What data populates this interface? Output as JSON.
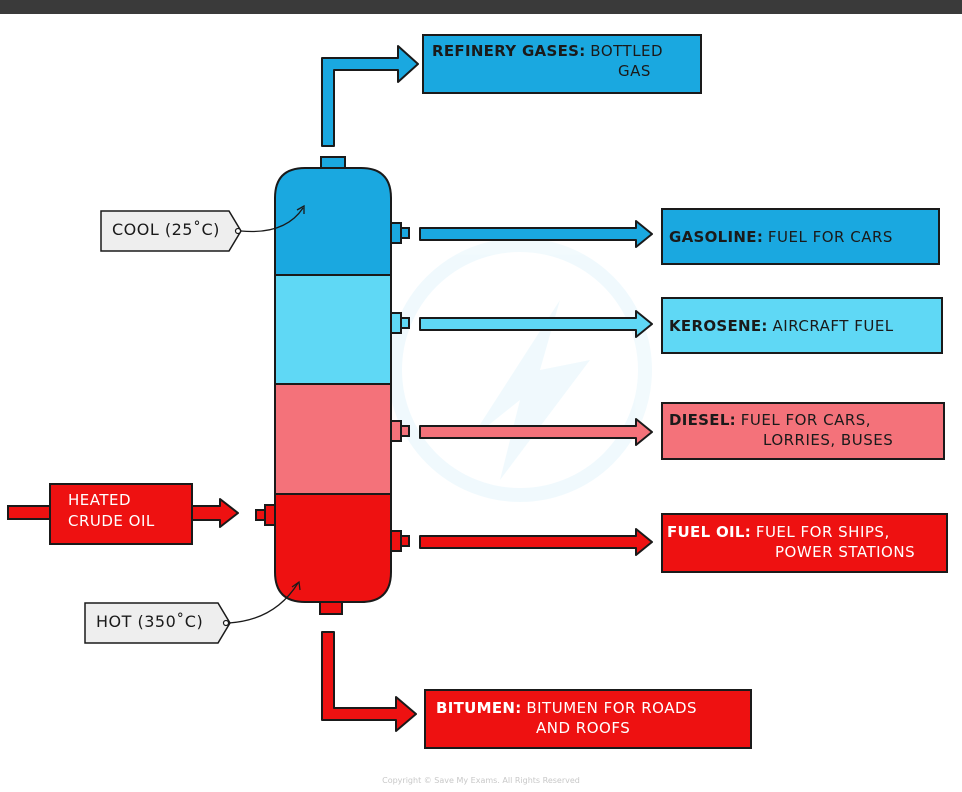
{
  "colors": {
    "dark_blue": "#1aa8e0",
    "light_blue": "#5fd8f5",
    "pink": "#f4727a",
    "red": "#ee1111",
    "tag_bg": "#eeeeee"
  },
  "feed": {
    "label_line1": "HEATED",
    "label_line2": "CRUDE OIL"
  },
  "tags": {
    "cool": "COOL (25˚C)",
    "hot": "HOT (350˚C)"
  },
  "fractions": [
    {
      "name": "REFINERY GASES:",
      "use_line1": "BOTTLED",
      "use_line2": "GAS"
    },
    {
      "name": "GASOLINE:",
      "use_line1": "FUEL FOR CARS",
      "use_line2": ""
    },
    {
      "name": "KEROSENE:",
      "use_line1": "AIRCRAFT FUEL",
      "use_line2": ""
    },
    {
      "name": "DIESEL:",
      "use_line1": "FUEL FOR CARS,",
      "use_line2": "LORRIES, BUSES"
    },
    {
      "name": "FUEL OIL:",
      "use_line1": "FUEL FOR SHIPS,",
      "use_line2": "POWER STATIONS"
    },
    {
      "name": "BITUMEN:",
      "use_line1": "BITUMEN FOR ROADS",
      "use_line2": "AND ROOFS"
    }
  ],
  "copyright": "Copyright © Save My Exams. All Rights Reserved"
}
